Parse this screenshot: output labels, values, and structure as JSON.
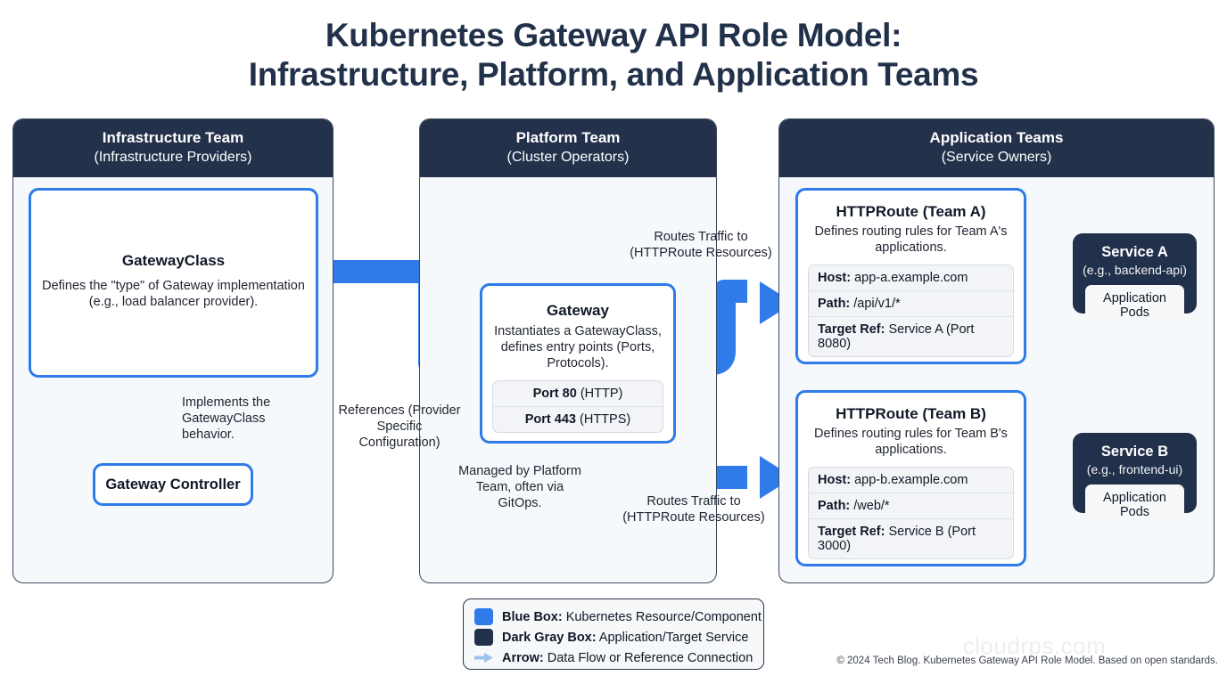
{
  "title": {
    "line1": "Kubernetes Gateway API Role Model:",
    "line2": "Infrastructure, Platform, and Application Teams"
  },
  "panels": {
    "infrastructure": {
      "heading": "Infrastructure Team",
      "subheading": "(Infrastructure Providers)"
    },
    "platform": {
      "heading": "Platform Team",
      "subheading": "(Cluster Operators)"
    },
    "application": {
      "heading": "Application Teams",
      "subheading": "(Service Owners)"
    }
  },
  "boxes": {
    "gatewayclass": {
      "title": "GatewayClass",
      "desc": "Defines the \"type\" of Gateway implementation (e.g., load balancer provider)."
    },
    "gateway_controller": {
      "title": "Gateway Controller"
    },
    "gateway": {
      "title": "Gateway",
      "desc": "Instantiates a GatewayClass, defines entry points (Ports, Protocols).",
      "ports": [
        {
          "label": "Port 80",
          "value": " (HTTP)"
        },
        {
          "label": "Port 443",
          "value": " (HTTPS)"
        }
      ]
    },
    "httproute_a": {
      "title": "HTTPRoute (Team A)",
      "desc": "Defines routing rules for Team A's applications.",
      "rows": [
        {
          "label": "Host:",
          "value": " app-a.example.com"
        },
        {
          "label": "Path:",
          "value": " /api/v1/*"
        },
        {
          "label": "Target Ref:",
          "value": " Service A (Port 8080)"
        }
      ]
    },
    "httproute_b": {
      "title": "HTTPRoute (Team B)",
      "desc": "Defines routing rules for Team B's applications.",
      "rows": [
        {
          "label": "Host:",
          "value": " app-b.example.com"
        },
        {
          "label": "Path:",
          "value": " /web/*"
        },
        {
          "label": "Target Ref:",
          "value": " Service B (Port 3000)"
        }
      ]
    },
    "service_a": {
      "title": "Service A",
      "subtitle": "(e.g., backend-api)",
      "pods": "Application Pods"
    },
    "service_b": {
      "title": "Service B",
      "subtitle": "(e.g., frontend-ui)",
      "pods": "Application Pods"
    }
  },
  "arrow_labels": {
    "implements": "Implements the GatewayClass behavior.",
    "references": "References (Provider Specific Configuration)",
    "managed": "Managed by Platform Team, often via GitOps.",
    "routes_a": "Routes Traffic to (HTTPRoute Resources)",
    "routes_b": "Routes Traffic to (HTTPRoute Resources)"
  },
  "legend": [
    {
      "swatch": "blue",
      "label": "Blue Box:",
      "text": " Kubernetes Resource/Component"
    },
    {
      "swatch": "dark",
      "label": "Dark Gray Box:",
      "text": " Application/Target Service"
    },
    {
      "swatch": "arrow",
      "label": "Arrow:",
      "text": " Data Flow or Reference Connection"
    }
  ],
  "watermark": "cloudrps.com",
  "copyright": "© 2024 Tech Blog. Kubernetes Gateway API Role Model. Based on open standards.",
  "colors": {
    "accent_blue": "#2f7bea",
    "dark_navy": "#22314b",
    "light_arrow": "#9cc4ee",
    "panel_bg": "#f5f9fc",
    "title_color": "#22314a"
  }
}
